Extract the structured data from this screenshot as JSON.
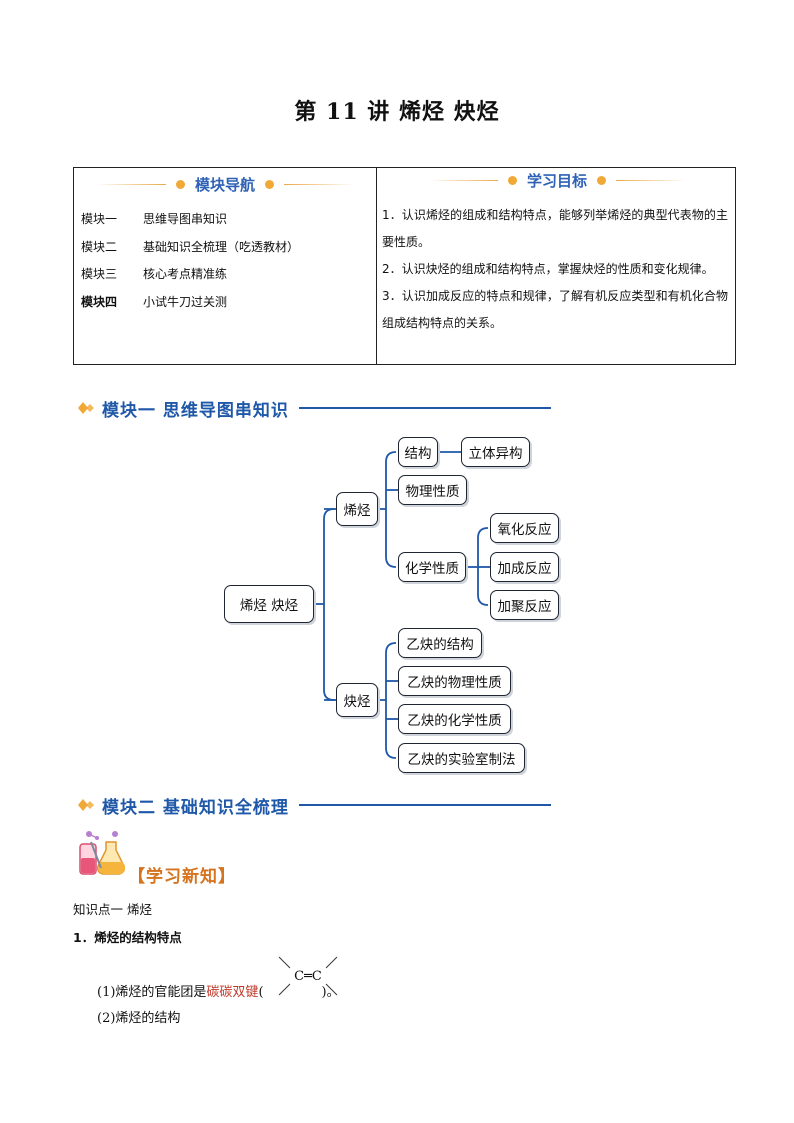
{
  "title": "第 11 讲  烯烃  炔烃",
  "nav_box": {
    "header": "模块导航",
    "items": [
      {
        "key": "模块一",
        "text": "思维导图串知识"
      },
      {
        "key": "模块二",
        "text": "基础知识全梳理（吃透教材）"
      },
      {
        "key": "模块三",
        "text": "核心考点精准练"
      },
      {
        "key": "模块四",
        "text": "小试牛刀过关测"
      }
    ]
  },
  "goals_box": {
    "header": "学习目标",
    "items": [
      "1．认识烯烃的组成和结构特点，能够列举烯烃的典型代表物的主要性质。",
      "2．认识炔烃的组成和结构特点，掌握炔烃的性质和变化规律。",
      "3．认识加成反应的特点和规律，了解有机反应类型和有机化合物组成结构特点的关系。"
    ]
  },
  "section1": {
    "title": "模块一  思维导图串知识"
  },
  "mindmap": {
    "root": "烯烃  炔烃",
    "alkene": "烯烃",
    "alkyne": "炔烃",
    "structure": "结构",
    "isomer": "立体异构",
    "physical": "物理性质",
    "chemical": "化学性质",
    "oxidation": "氧化反应",
    "addition": "加成反应",
    "polymerization": "加聚反应",
    "acetylene_structure": "乙炔的结构",
    "acetylene_physical": "乙炔的物理性质",
    "acetylene_chemical": "乙炔的化学性质",
    "acetylene_lab": "乙炔的实验室制法"
  },
  "section2": {
    "title": "模块二  基础知识全梳理"
  },
  "learn_new": "【学习新知】",
  "knowledge_point": "知识点一   烯烃",
  "heading1": "1．烯烃的结构特点",
  "line1_prefix": "(1)烯烃的官能团是",
  "line1_red": "碳碳双键",
  "line1_open": "(",
  "line1_close": ")。",
  "formula_text": "C═C",
  "line2": "(2)烯烃的结构",
  "colors": {
    "accent_blue": "#1f58a8",
    "orange": "#e9a947",
    "red": "#c0392b"
  },
  "icons": [
    "diamond-bullet-icon",
    "flask-icon"
  ]
}
